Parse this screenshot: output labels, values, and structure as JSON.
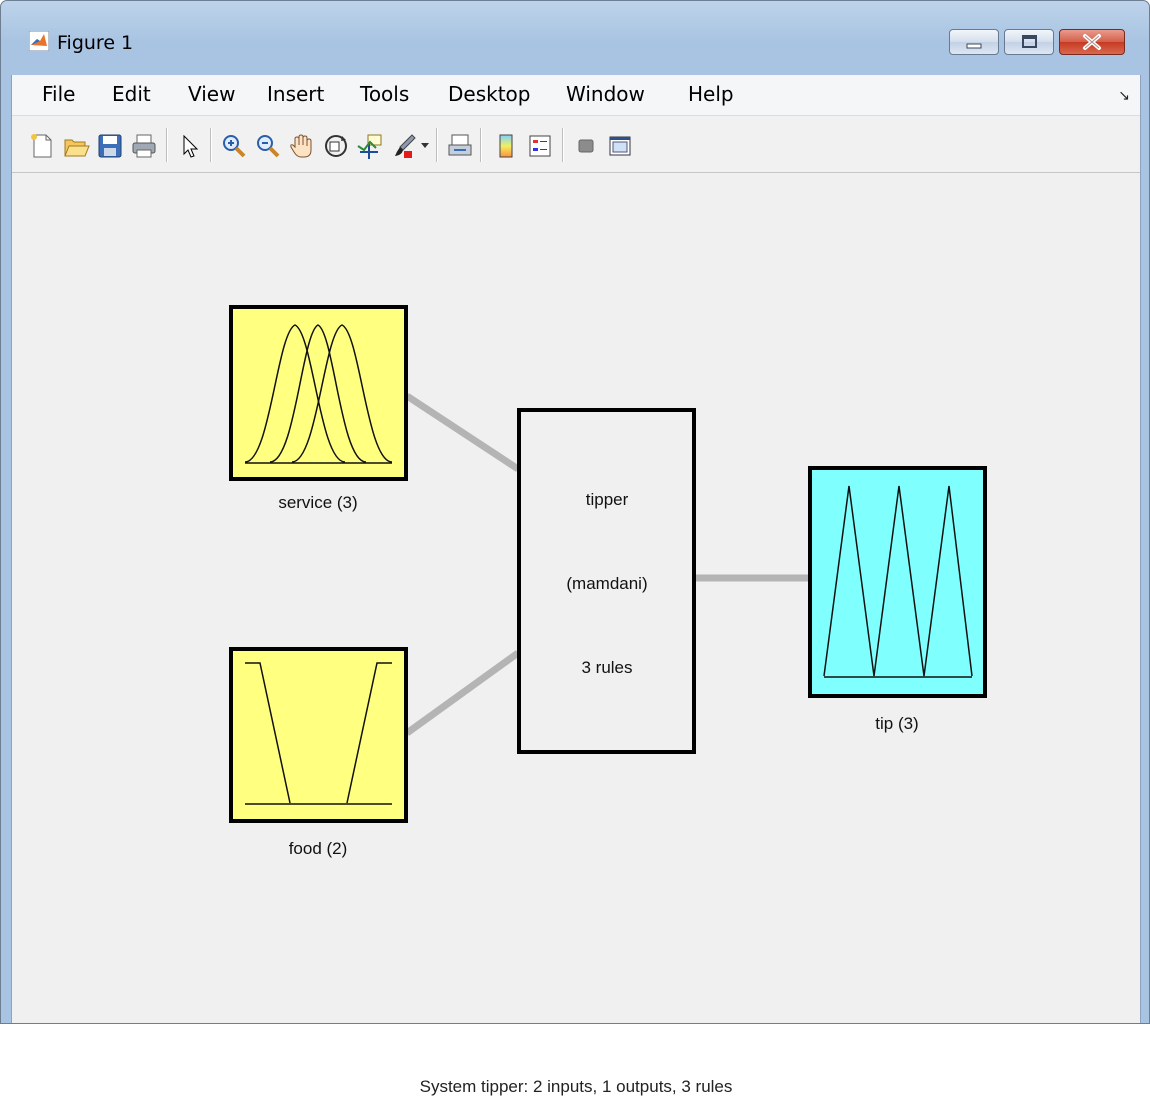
{
  "window": {
    "title": "Figure 1"
  },
  "menu": [
    "File",
    "Edit",
    "View",
    "Insert",
    "Tools",
    "Desktop",
    "Window",
    "Help"
  ],
  "toolbar": {
    "icons": [
      "new-figure-icon",
      "open-file-icon",
      "save-icon",
      "print-icon",
      "edit-plot-arrow-icon",
      "zoom-in-icon",
      "zoom-out-icon",
      "pan-hand-icon",
      "rotate-3d-icon",
      "data-cursor-icon",
      "brush-icon",
      "brush-dropdown-icon",
      "link-plot-icon",
      "colorbar-icon",
      "legend-icon",
      "hide-plot-tools-icon",
      "show-plot-tools-icon"
    ]
  },
  "fis": {
    "inputs": [
      {
        "label": "service (3)",
        "color": "#ffff80"
      },
      {
        "label": "food (2)",
        "color": "#ffff80"
      }
    ],
    "system": {
      "name": "tipper",
      "type": "(mamdani)",
      "rules": "3 rules"
    },
    "outputs": [
      {
        "label": "tip (3)",
        "color": "#80ffff"
      }
    ]
  },
  "status": "System tipper: 2 inputs, 1 outputs, 3 rules"
}
